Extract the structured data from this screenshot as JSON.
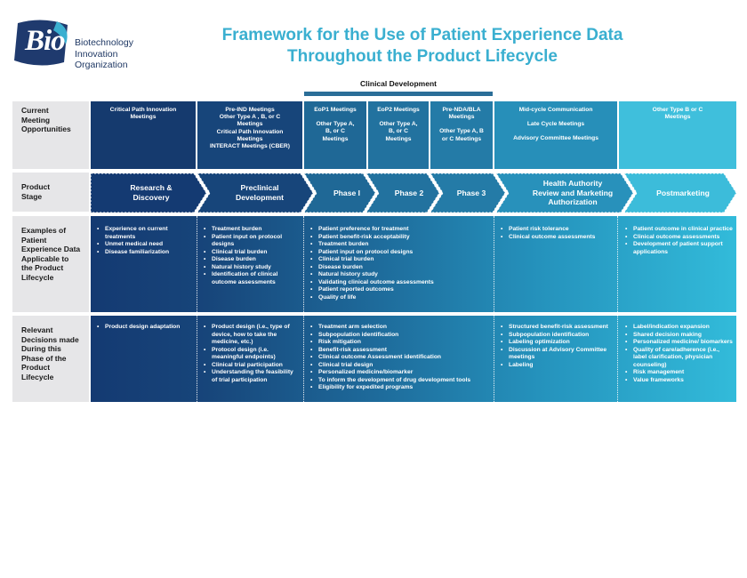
{
  "logo": {
    "mark_text": "Bio",
    "org_lines": [
      "Biotechnology",
      "Innovation",
      "Organization"
    ]
  },
  "title_lines": [
    "Framework for the Use of Patient Experience Data",
    "Throughout the Product Lifecycle"
  ],
  "clinical_development_label": "Clinical Development",
  "row_labels": {
    "meeting": [
      "Current",
      "Meeting",
      "Opportunities"
    ],
    "stage": [
      "Product",
      "Stage"
    ],
    "examples": [
      "Examples of",
      "Patient",
      "Experience Data",
      "Applicable to",
      "the Product",
      "Lifecycle"
    ],
    "decisions": [
      "Relevant",
      "Decisions made",
      "During this",
      "Phase of the",
      "Product",
      "Lifecycle"
    ]
  },
  "meetings": [
    {
      "lines": [
        "Critical Path Innovation",
        "Meetings"
      ],
      "color": "#153a6e"
    },
    {
      "lines": [
        "Pre-IND Meetings",
        "Other Type A , B, or C",
        "Meetings",
        "Critical Path Innovation",
        "Meetings",
        "INTERACT Meetings (CBER)"
      ],
      "color": "#17457a"
    },
    {
      "lines": [
        "EoP1 Meetings",
        "",
        "Other Type A,",
        "B, or C",
        "Meetings"
      ],
      "color": "#1f6896"
    },
    {
      "lines": [
        "EoP2 Meetings",
        "",
        "Other Type A,",
        "B, or C",
        "Meetings"
      ],
      "color": "#22729f"
    },
    {
      "lines": [
        "Pre-NDA/BLA",
        "Meetings",
        "",
        "Other Type A, B",
        "or C Meetings"
      ],
      "color": "#247ba7"
    },
    {
      "lines": [
        "Mid-cycle Communication",
        "",
        "Late Cycle Meetings",
        "",
        "Advisory Committee Meetings"
      ],
      "color": "#278fb9"
    },
    {
      "lines": [
        "Other Type B or C",
        "Meetings"
      ],
      "color": "#3fbfdc"
    }
  ],
  "stages": [
    {
      "lines": [
        "Research &",
        "Discovery"
      ]
    },
    {
      "lines": [
        "Preclinical",
        "Development"
      ]
    },
    {
      "lines": [
        "Phase I"
      ]
    },
    {
      "lines": [
        "Phase 2"
      ]
    },
    {
      "lines": [
        "Phase 3"
      ]
    },
    {
      "lines": [
        "Health Authority",
        "Review and Marketing",
        "Authorization"
      ]
    },
    {
      "lines": [
        "Postmarketing"
      ]
    }
  ],
  "stage_colors": [
    "#143a72",
    "#17457a",
    "#1f6896",
    "#22729f",
    "#247ba7",
    "#2891bb",
    "#3cbcda"
  ],
  "examples": [
    [
      "Experience on current treatments",
      "Unmet medical need",
      "Disease familiarization"
    ],
    [
      "Treatment burden",
      "Patient input on protocol designs",
      "Clinical trial burden",
      "Disease burden",
      "Natural history study",
      "Identification of clinical outcome assessments"
    ],
    [
      "Patient preference for treatment",
      "Patient benefit-risk acceptability",
      "Treatment burden",
      "Patient input on protocol designs",
      "Clinical trial burden",
      "Disease burden",
      "Natural history study",
      "Validating clinical outcome assessments",
      "Patient reported outcomes",
      "Quality of life"
    ],
    [
      "Patient risk tolerance",
      "Clinical outcome assessments"
    ],
    [
      "Patient outcome in clinical practice",
      "Clinical outcome assessments",
      "Development of patient support applications"
    ]
  ],
  "decisions": [
    [
      "Product design adaptation"
    ],
    [
      "Product design (i.e., type of device, how to take the medicine, etc.)",
      "Protocol design (i.e. meaningful endpoints)",
      "Clinical trial participation",
      "Understanding the feasibility of trial participation"
    ],
    [
      "Treatment arm selection",
      "Subpopulation identification",
      "Risk mitigation",
      "Benefit-risk assessment",
      "Clinical outcome Assessment identification",
      "Clinical trial design",
      "Personalized medicine/biomarker",
      "To inform the development of drug development tools",
      "Eligibility for expedited programs"
    ],
    [
      "Structured benefit-risk assessment",
      "Subpopulation identification",
      "Labeling optimization",
      "Discussion at Advisory Committee meetings",
      "Labeling"
    ],
    [
      "Label/indication expansion",
      "Shared decision making",
      "Personalized medicine/ biomarkers",
      "Quality of care/adherence (i.e., label clarification, physician counseling)",
      "Risk management",
      "Value frameworks"
    ]
  ]
}
